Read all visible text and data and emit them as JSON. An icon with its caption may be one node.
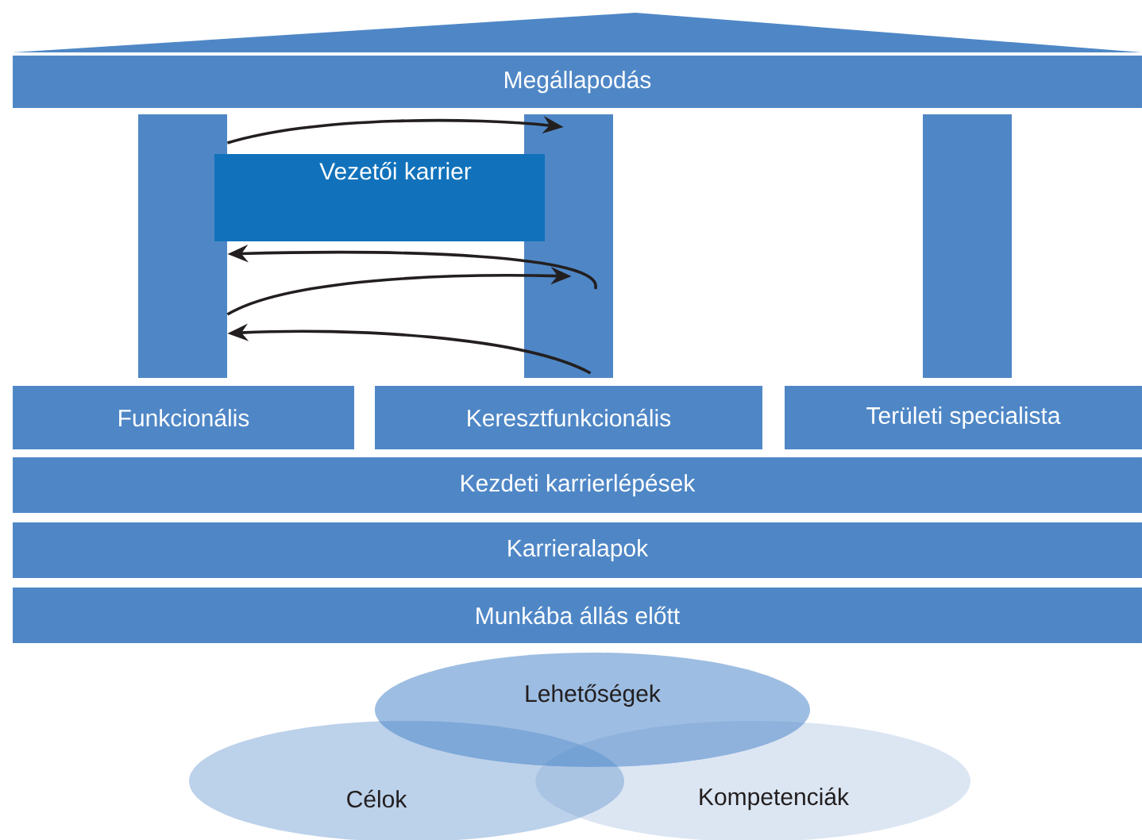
{
  "diagram": {
    "nodes": [
      {
        "text": [
          "Megállapodás"
        ]
      },
      {
        "text": [],
        "shape": "bar"
      },
      {
        "text": [],
        "shape": "bar"
      },
      {
        "text": [],
        "shape": "bar"
      },
      {
        "text": [
          "Vezetői karrier"
        ]
      },
      {
        "text": [
          "Funkcionális"
        ]
      },
      {
        "text": [
          "Keresztfunkcionális"
        ]
      },
      {
        "text": [
          "Területi specialista"
        ]
      },
      {
        "text": [
          "Kezdeti karrierlépések"
        ]
      },
      {
        "text": [
          "Karrieralapok"
        ]
      },
      {
        "text": [
          "Munkába állás előtt"
        ]
      },
      {
        "text": [
          "Lehetőségek"
        ]
      },
      {
        "text": [
          "Célok"
        ]
      },
      {
        "text": [
          "Kompetenciák"
        ]
      }
    ],
    "edges": [
      {
        "from": 1,
        "to": 2,
        "arrow": "to"
      },
      {
        "from": 2,
        "to": 1,
        "arrow": "to"
      },
      {
        "from": 1,
        "to": 2,
        "arrow": "to"
      },
      {
        "from": 2,
        "to": 1,
        "arrow": "to"
      }
    ]
  }
}
